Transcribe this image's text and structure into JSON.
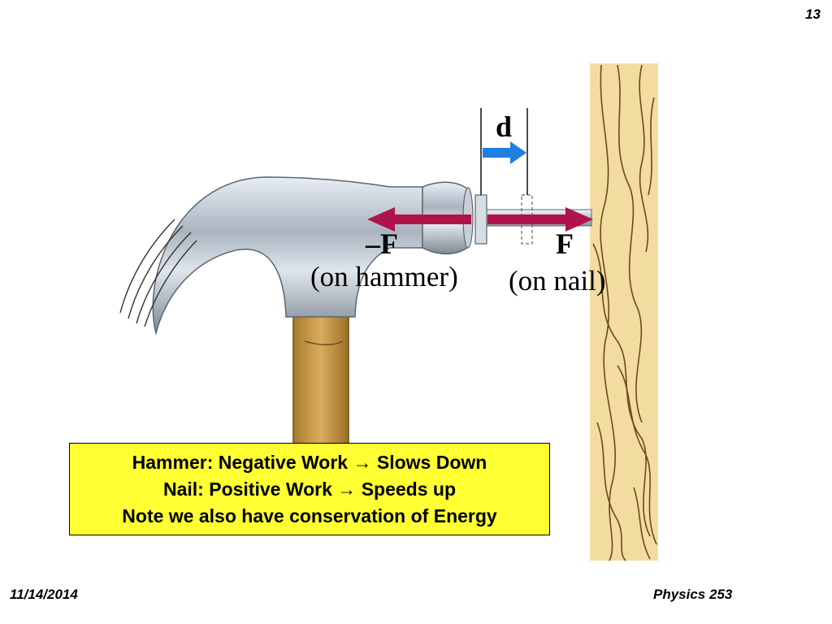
{
  "slide": {
    "number": "13"
  },
  "diagram": {
    "labels": {
      "displacement": "d",
      "force_on_hammer_symbol": "–F",
      "force_on_hammer_caption": "(on hammer)",
      "force_on_nail_symbol": "F",
      "force_on_nail_caption": "(on nail)"
    },
    "colors": {
      "force_arrow": "#b0134a",
      "displacement_arrow": "#1e7fe0",
      "wood": "#f2dca0",
      "wood_grain": "#6b4a1e",
      "handle": "#c89a4b",
      "hammer_metal": "#b8c2cc"
    }
  },
  "note": {
    "line1": "Hammer:  Negative Work → Slows Down",
    "line2": "Nail: Positive Work → Speeds up",
    "line3": "Note we also have conservation of Energy"
  },
  "footer": {
    "date": "11/14/2014",
    "course": "Physics 253"
  }
}
